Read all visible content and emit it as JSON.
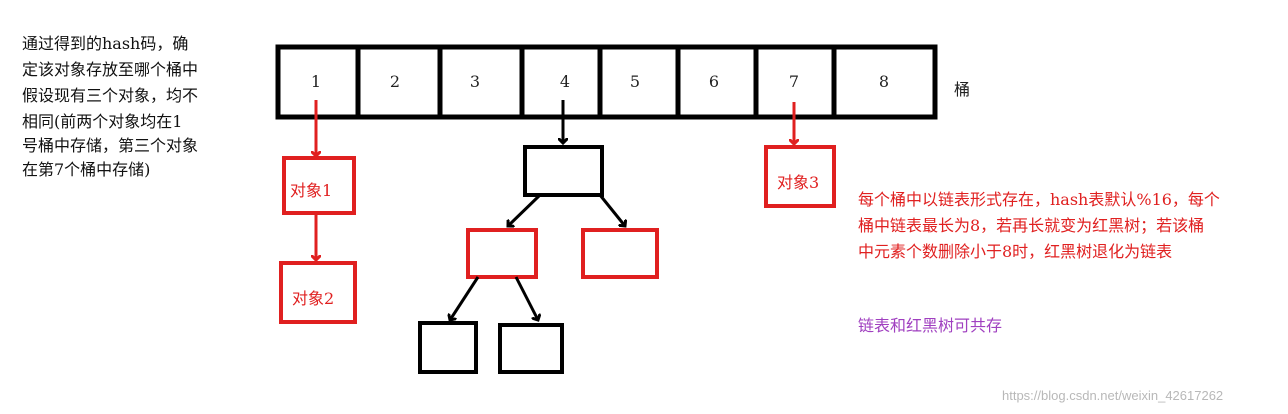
{
  "intro_text": {
    "lines": [
      "通过得到的hash码，确",
      "定该对象存放至哪个桶中",
      "假设现有三个对象，均不",
      "相同(前两个对象均在1",
      "号桶中存储，第三个对象",
      "在第7个桶中存储)"
    ]
  },
  "buckets": {
    "labels": [
      "1",
      "2",
      "3",
      "4",
      "5",
      "6",
      "7",
      "8"
    ],
    "caption": "桶"
  },
  "objects": {
    "object1": "对象1",
    "object2": "对象2",
    "object3": "对象3"
  },
  "notes": {
    "red_lines": [
      "每个桶中以链表形式存在，hash表默认%16，每个",
      "桶中链表最长为8，若再长就变为红黑树；若该桶",
      "中元素个数删除小于8时，红黑树退化为链表"
    ],
    "purple_note": "链表和红黑树可共存"
  },
  "watermark": "https://blog.csdn.net/weixin_42617262",
  "colors": {
    "black": "#000000",
    "red": "#e02020",
    "purple": "#a040c0",
    "watermark": "#b8b8b8"
  }
}
